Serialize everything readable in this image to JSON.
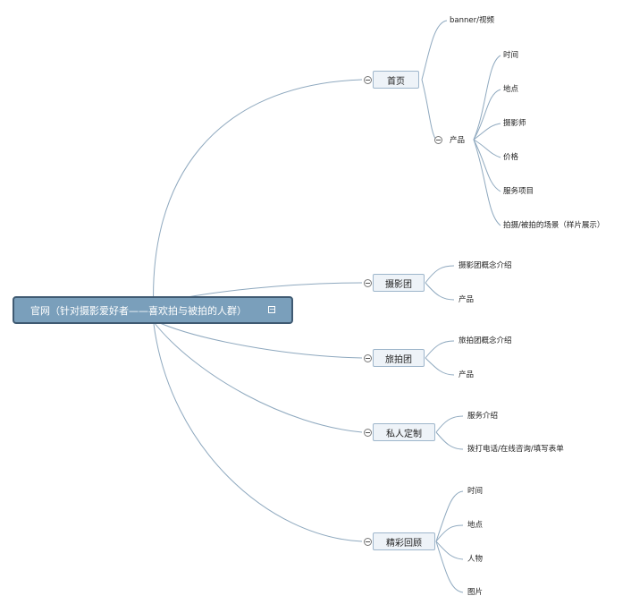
{
  "root": {
    "label": "官网（针对摄影爱好者——喜欢拍与被拍的人群）"
  },
  "branches": [
    {
      "label": "首页",
      "children": [
        "banner/视频",
        "产品"
      ],
      "sub": {
        "label": "产品",
        "children": [
          "时间",
          "地点",
          "摄影师",
          "价格",
          "服务项目",
          "拍摄/被拍的场景（样片展示）"
        ]
      }
    },
    {
      "label": "摄影团",
      "children": [
        "摄影团概念介绍",
        "产品"
      ]
    },
    {
      "label": "旅拍团",
      "children": [
        "旅拍团概念介绍",
        "产品"
      ]
    },
    {
      "label": "私人定制",
      "children": [
        "服务介绍",
        "拨打电话/在线咨询/填写表单"
      ]
    },
    {
      "label": "精彩回顾",
      "children": [
        "时间",
        "地点",
        "人物",
        "图片"
      ]
    }
  ],
  "colors": {
    "line": "#8fa9bf",
    "root_fill": "#7a9fbb",
    "root_border": "#3f5a72",
    "branch_fill": "#eef3f8",
    "branch_border": "#9eb6cb"
  }
}
